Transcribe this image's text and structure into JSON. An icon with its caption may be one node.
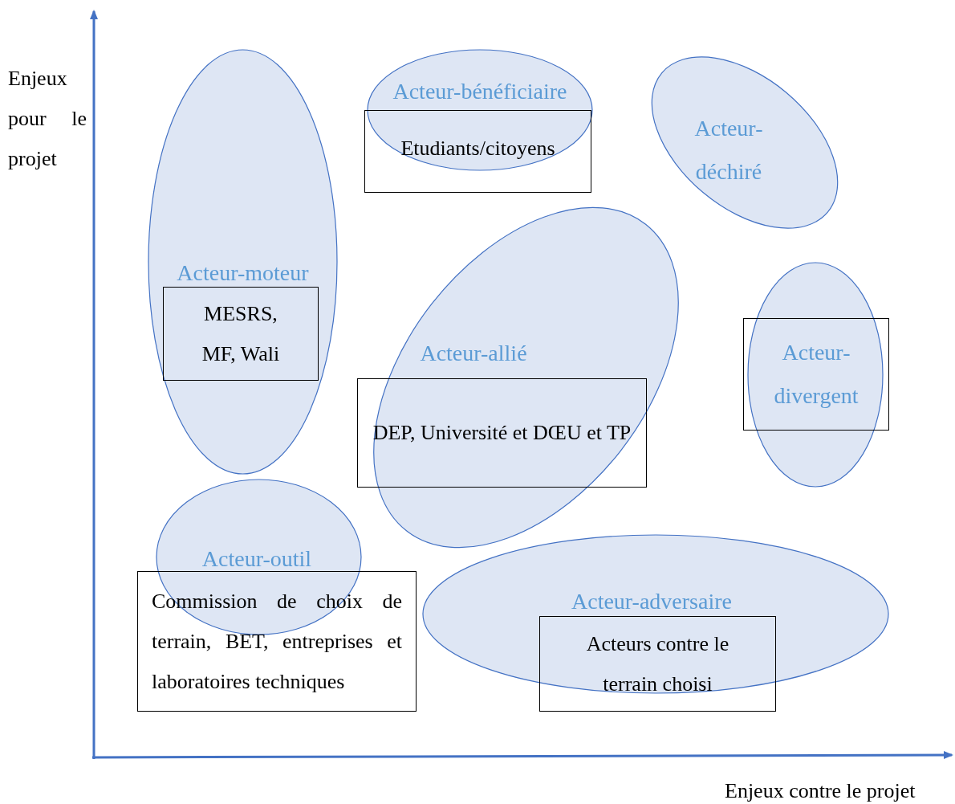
{
  "diagram": {
    "nodes": [
      {
        "text": [
          "Acteur-bénéficiaire"
        ]
      },
      {
        "text": [
          "Etudiants/citoyens"
        ]
      },
      {
        "text": [
          "Acteur-déchiré"
        ]
      },
      {
        "text": [
          "Acteur-moteur"
        ]
      },
      {
        "text": [
          "MESRS, MF, Wali"
        ],
        "in": 3
      },
      {
        "text": [
          "Acteur-allié"
        ]
      },
      {
        "text": [
          "DEP, Université et DŒU et TP"
        ]
      },
      {
        "text": [],
        "shape": "ellipse"
      },
      {
        "text": [
          "Acteur-divergent"
        ]
      },
      {
        "text": [
          "Acteur-outil"
        ]
      },
      {
        "text": [
          "Commission de choix de terrain, BET, entreprises et laboratoires techniques"
        ]
      },
      {
        "text": [
          "Acteur-adversaire"
        ]
      },
      {
        "text": [
          "Acteurs contre le terrain choisi"
        ]
      }
    ],
    "labels": [
      "Enjeux pour le projet",
      "Enjeux contre le projet"
    ]
  }
}
